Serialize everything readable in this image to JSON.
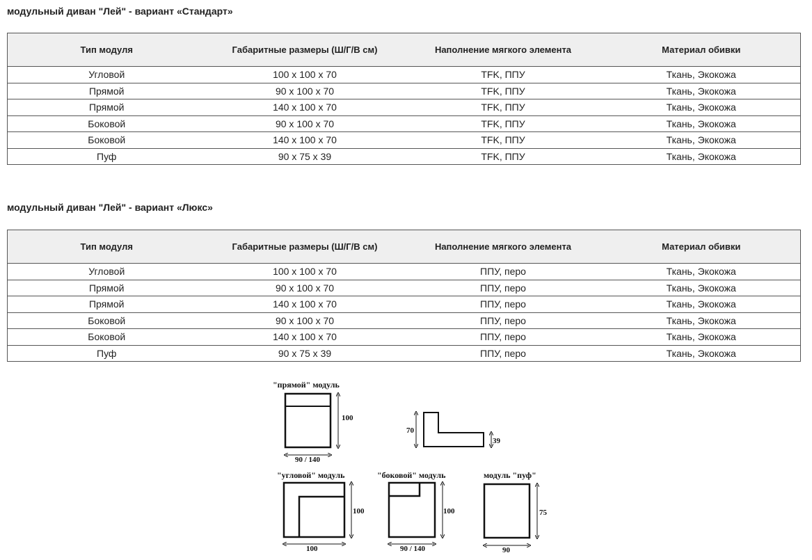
{
  "tables": [
    {
      "title": "модульный диван \"Лей\" - вариант «Стандарт»",
      "headers": [
        "Тип модуля",
        "Габаритные размеры (Ш/Г/В см)",
        "Наполнение мягкого элемента",
        "Материал обивки"
      ],
      "rows": [
        [
          "Угловой",
          "100 x 100 x 70",
          "TFK, ППУ",
          "Ткань, Экокожа"
        ],
        [
          "Прямой",
          "90 x 100 x 70",
          "TFK, ППУ",
          "Ткань, Экокожа"
        ],
        [
          "Прямой",
          "140 x 100 x 70",
          "TFK, ППУ",
          "Ткань, Экокожа"
        ],
        [
          "Боковой",
          "90 x 100 x 70",
          "TFK, ППУ",
          "Ткань, Экокожа"
        ],
        [
          "Боковой",
          "140 x 100 x 70",
          "TFK, ППУ",
          "Ткань, Экокожа"
        ],
        [
          "Пуф",
          "90 x 75 x 39",
          "TFK, ППУ",
          "Ткань, Экокожа"
        ]
      ]
    },
    {
      "title": "модульный диван \"Лей\" - вариант «Люкс»",
      "headers": [
        "Тип модуля",
        "Габаритные размеры (Ш/Г/В см)",
        "Наполнение мягкого элемента",
        "Материал обивки"
      ],
      "rows": [
        [
          "Угловой",
          "100 x 100 x 70",
          "ППУ, перо",
          "Ткань, Экокожа"
        ],
        [
          "Прямой",
          "90 x 100 x 70",
          "ППУ, перо",
          "Ткань, Экокожа"
        ],
        [
          "Прямой",
          "140 x 100 x 70",
          "ППУ, перо",
          "Ткань, Экокожа"
        ],
        [
          "Боковой",
          "90 x 100 x 70",
          "ППУ, перо",
          "Ткань, Экокожа"
        ],
        [
          "Боковой",
          "140 x 100 x 70",
          "ППУ, перо",
          "Ткань, Экокожа"
        ],
        [
          "Пуф",
          "90 x 75 x 39",
          "ППУ, перо",
          "Ткань, Экокожа"
        ]
      ]
    }
  ],
  "diagram": {
    "straight": {
      "label": "\"прямой\" модуль",
      "depth": "100",
      "width": "90 / 140"
    },
    "profile": {
      "height": "70",
      "seat": "39"
    },
    "corner": {
      "label": "\"угловой\" модуль",
      "depth": "100",
      "width": "100"
    },
    "side": {
      "label": "\"боковой\" модуль",
      "depth": "100",
      "width": "90 / 140"
    },
    "pouf": {
      "label": "модуль \"пуф\"",
      "depth": "75",
      "width": "90"
    }
  }
}
